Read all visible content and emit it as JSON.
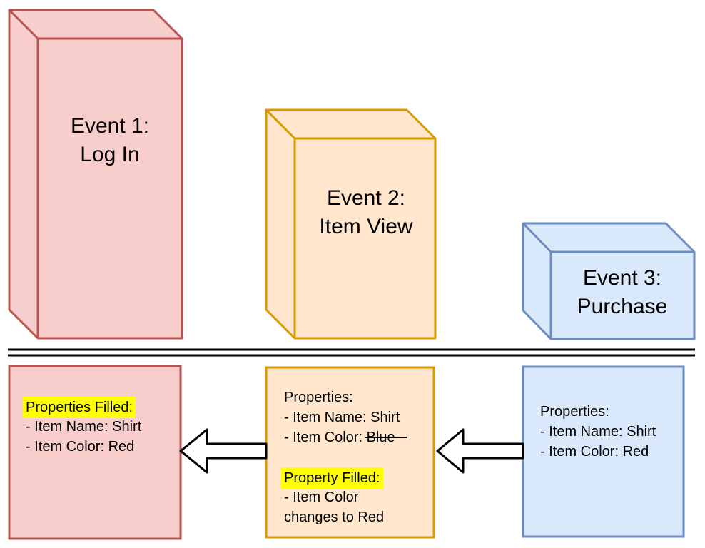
{
  "colors": {
    "red_fill": "#F8CECC",
    "red_stroke": "#B85450",
    "orange_fill": "#FFE6CC",
    "orange_stroke": "#D79B00",
    "blue_fill": "#DAE8FC",
    "blue_stroke": "#6C8EBF",
    "highlight": "#FFFF00",
    "line": "#000000",
    "arrow_fill": "#FFFFFF"
  },
  "events": [
    {
      "line1": "Event 1:",
      "line2": "Log In"
    },
    {
      "line1": "Event 2:",
      "line2": "Item View"
    },
    {
      "line1": "Event 3:",
      "line2": "Purchase"
    }
  ],
  "panels": {
    "login": {
      "heading": "Properties Filled:",
      "item1": "- Item Name: Shirt",
      "item2": "- Item Color: Red"
    },
    "item_view": {
      "heading": "Properties:",
      "item1": "- Item Name: Shirt",
      "item2_prefix": "- Item Color: ",
      "item2_struck": "Blue",
      "heading2": "Property Filled:",
      "item3": "- Item Color",
      "item4": "changes to Red"
    },
    "purchase": {
      "heading": "Properties:",
      "item1": "- Item Name: Shirt",
      "item2": "- Item Color: Red"
    }
  }
}
